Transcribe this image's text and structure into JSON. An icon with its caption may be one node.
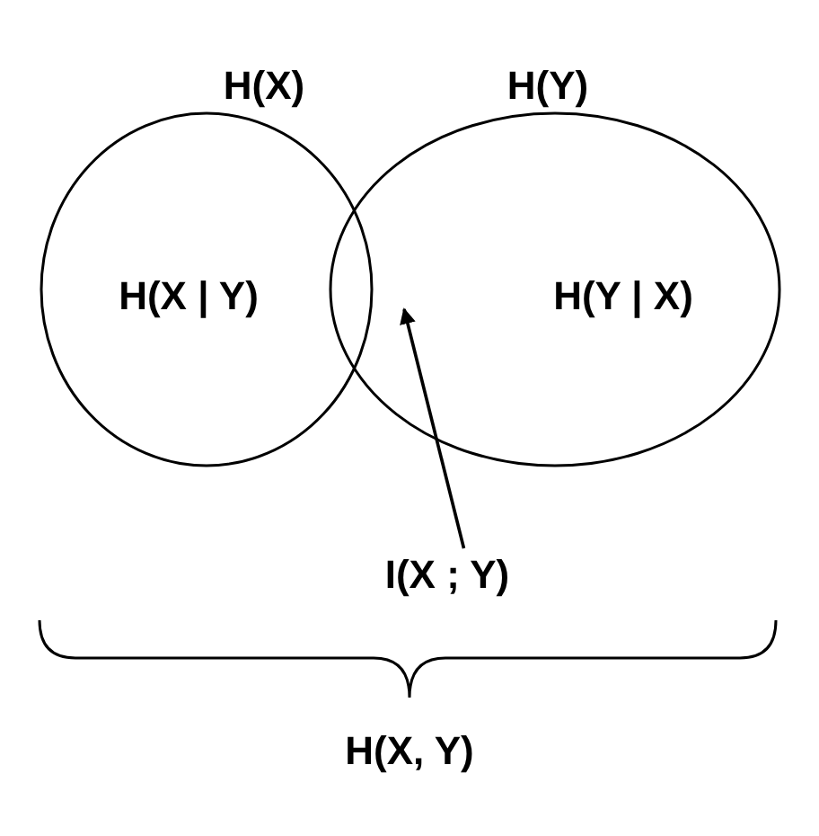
{
  "diagram": {
    "nodes": [
      {
        "text": [
          "H(X)",
          "H(X | Y)"
        ]
      },
      {
        "text": [
          "H(Y)",
          "H(Y | X)"
        ]
      },
      {
        "text": [
          "I(X ; Y)"
        ]
      }
    ],
    "edges": [
      {
        "from": 2,
        "to": 1,
        "arrow": "to"
      }
    ],
    "labels": [
      "H(X, Y)"
    ]
  }
}
